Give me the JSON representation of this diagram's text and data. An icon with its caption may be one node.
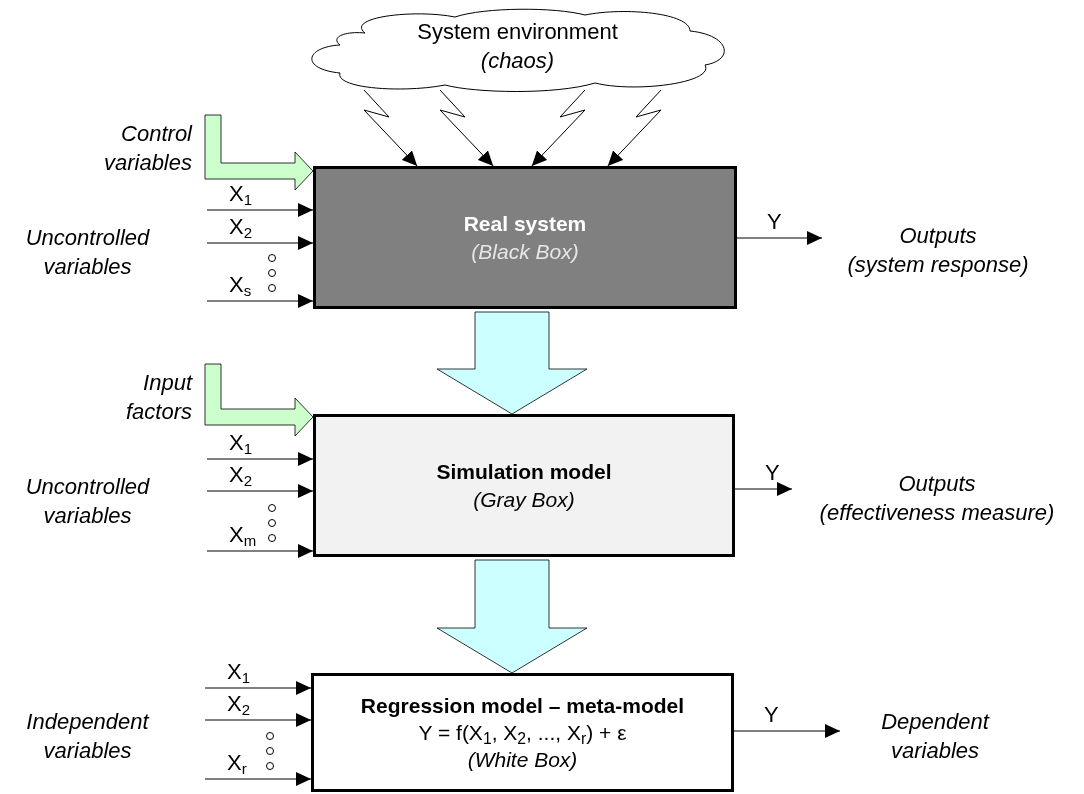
{
  "diagram": {
    "nodes": [
      {
        "text": [
          "System environment",
          "(chaos)"
        ]
      },
      {
        "text": [
          "Control variables"
        ]
      },
      {
        "text": [
          "Real system",
          "(Black Box)"
        ]
      },
      {
        "text": [
          "Outputs",
          "(system response)"
        ]
      },
      {
        "text": [
          "Input factors"
        ]
      },
      {
        "text": [
          "Simulation model",
          "(Gray Box)"
        ]
      },
      {
        "text": [
          "Outputs",
          "(effectiveness measure)"
        ]
      },
      {
        "text": [
          "Regression model – meta-model",
          "Y = f(X$_{1}$, X$_{2}$, ..., X$_{r}$) + ε",
          "(White Box)"
        ]
      },
      {
        "text": [
          "Dependent variables"
        ]
      }
    ],
    "edges": [
      {
        "from": 0,
        "to": 2,
        "arrow": "to"
      },
      {
        "from": 0,
        "to": 2,
        "arrow": "to"
      },
      {
        "from": 0,
        "to": 2,
        "arrow": "to"
      },
      {
        "from": 0,
        "to": 2,
        "arrow": "to"
      },
      {
        "from": 1,
        "to": 2,
        "arrow": "to",
        "style": "thick",
        "color": "#ccffcc"
      },
      {
        "from": null,
        "to": 2,
        "arrow": "to",
        "label": "X$_{1}$"
      },
      {
        "from": null,
        "to": 2,
        "arrow": "to",
        "label": "X$_{2}$"
      },
      {
        "from": null,
        "to": 2,
        "arrow": "to",
        "label": "X$_{s}$"
      },
      {
        "from": 2,
        "to": 3,
        "arrow": "to",
        "label": "Y"
      },
      {
        "from": 2,
        "to": 5,
        "arrow": "to",
        "style": "thick",
        "color": "#ccffff"
      },
      {
        "from": 4,
        "to": 5,
        "arrow": "to",
        "style": "thick",
        "color": "#ccffcc"
      },
      {
        "from": null,
        "to": 5,
        "arrow": "to",
        "label": "X$_{1}$"
      },
      {
        "from": null,
        "to": 5,
        "arrow": "to",
        "label": "X$_{2}$"
      },
      {
        "from": null,
        "to": 5,
        "arrow": "to",
        "label": "X$_{m}$"
      },
      {
        "from": 5,
        "to": 6,
        "arrow": "to",
        "label": "Y"
      },
      {
        "from": 5,
        "to": 7,
        "arrow": "to",
        "style": "thick",
        "color": "#ccffff"
      },
      {
        "from": null,
        "to": 7,
        "arrow": "to",
        "label": "X$_{1}$"
      },
      {
        "from": null,
        "to": 7,
        "arrow": "to",
        "label": "X$_{2}$"
      },
      {
        "from": null,
        "to": 7,
        "arrow": "to",
        "label": "X$_{r}$"
      },
      {
        "from": 7,
        "to": 8,
        "arrow": "to",
        "label": "Y"
      }
    ],
    "labels": [
      "Uncontrolled variables",
      "Uncontrolled variables",
      "Independent variables"
    ]
  }
}
